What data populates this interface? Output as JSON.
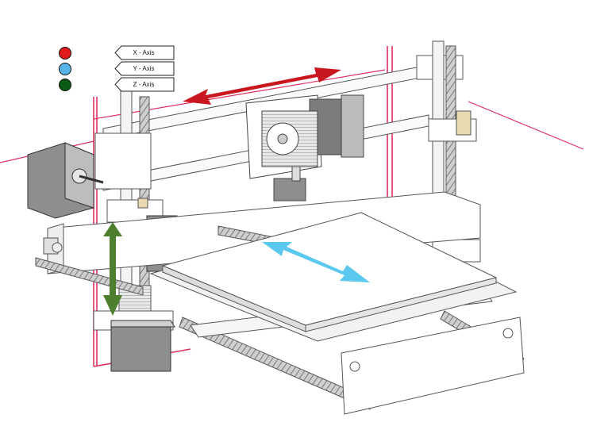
{
  "legend": [
    {
      "label": "X - Axis",
      "color": "#e01b1b"
    },
    {
      "label": "Y - Axis",
      "color": "#56b4e9"
    },
    {
      "label": "Z - Axis",
      "color": "#0b5a14"
    }
  ],
  "arrows": {
    "x_color": "#c8171f",
    "y_color": "#5bc8ef",
    "z_color": "#4e7f2e"
  },
  "frame_color": "#e03060"
}
